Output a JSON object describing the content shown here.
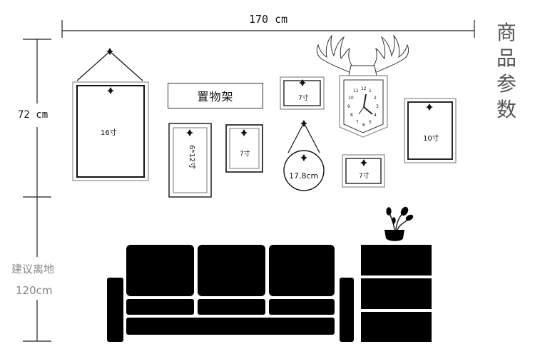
{
  "dimensions": {
    "width_label": "170 cm",
    "height_label": "72 cm",
    "product_params": "商品参数",
    "suggest_label": "建议离地",
    "suggest_value": "120cm"
  },
  "frames": {
    "frame_16": "16寸",
    "shelf": "置物架",
    "frame_6x12": "6*12寸",
    "frame_7_a": "7寸",
    "frame_7_b": "7寸",
    "frame_7_c": "7寸",
    "round_mirror": "17.8cm",
    "frame_10": "10寸"
  },
  "clock": {
    "numerals": [
      "12",
      "1",
      "2",
      "3",
      "4",
      "5",
      "6",
      "7",
      "8",
      "9",
      "10",
      "11"
    ]
  }
}
